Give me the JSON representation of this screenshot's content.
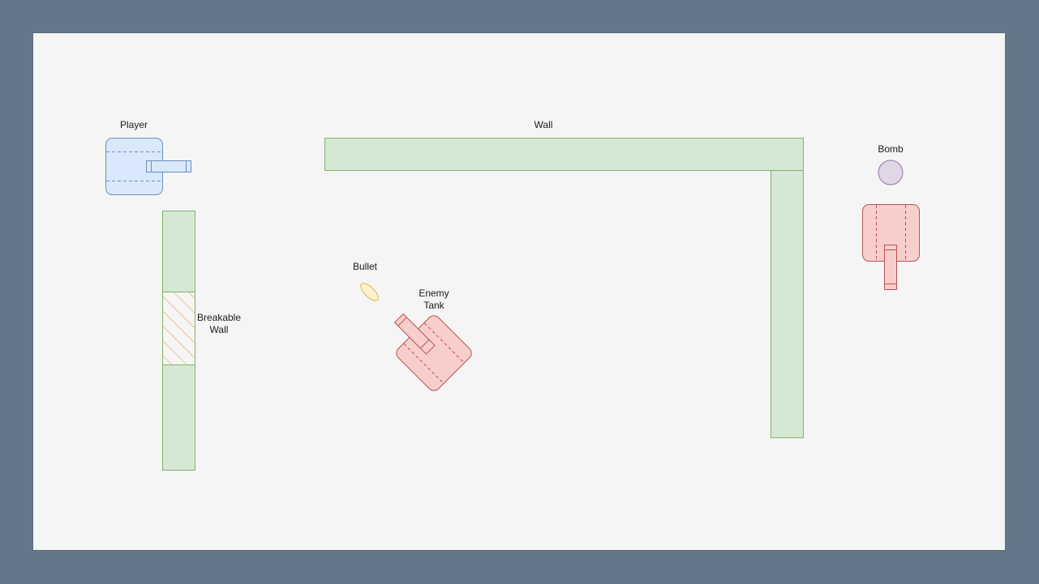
{
  "labels": {
    "player": "Player",
    "wall": "Wall",
    "bomb": "Bomb",
    "bullet": "Bullet",
    "enemy_tank": "Enemy\nTank",
    "breakable_wall": "Breakable\nWall"
  },
  "colors": {
    "frame": "#657689",
    "arena": "#f5f5f5",
    "wall_fill": "#d5e8d4",
    "wall_stroke": "#82b366",
    "player_fill": "#dae8fc",
    "player_stroke": "#6c8ebf",
    "enemy_fill": "#f8cecc",
    "enemy_stroke": "#b85450",
    "bomb_fill": "#e1d5e7",
    "bomb_stroke": "#9673a6",
    "bullet_fill": "#fff2cc",
    "bullet_stroke": "#d6b656",
    "hatch": "#f0a050"
  }
}
